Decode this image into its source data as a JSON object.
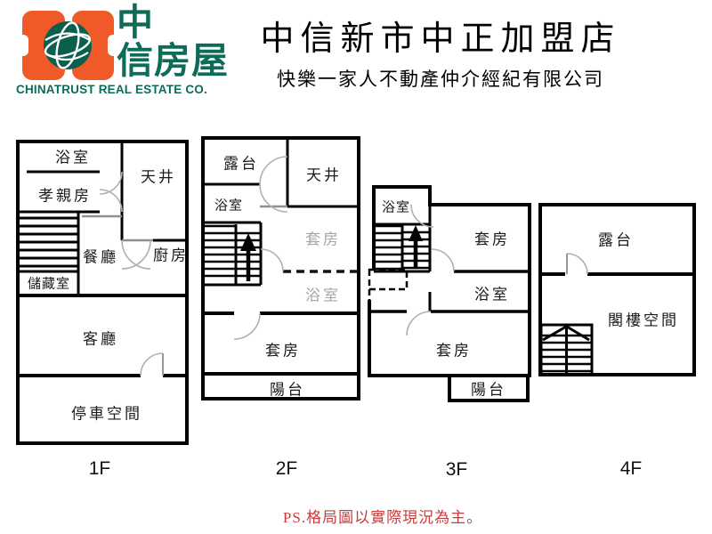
{
  "header": {
    "logo": {
      "cjk_line1": "中",
      "cjk_line2": "信房屋",
      "company": "CHINATRUST REAL ESTATE CO."
    },
    "title": "中信新市中正加盟店",
    "subtitle": "快樂一家人不動產仲介經紀有限公司"
  },
  "colors": {
    "brand_orange": "#F05A28",
    "brand_green": "#0E6B57",
    "wall_black": "#000000",
    "door_gray": "#B0B0B0",
    "faded_label_gray": "#A6A6A6",
    "note_red": "#CC3B3B"
  },
  "floors": [
    {
      "label": "1F",
      "rooms": [
        {
          "name": "浴室"
        },
        {
          "name": "天井"
        },
        {
          "name": "孝親房"
        },
        {
          "name": "餐廳"
        },
        {
          "name": "廚房"
        },
        {
          "name": "儲藏室"
        },
        {
          "name": "客廳"
        },
        {
          "name": "停車空間"
        }
      ]
    },
    {
      "label": "2F",
      "rooms": [
        {
          "name": "露台"
        },
        {
          "name": "天井"
        },
        {
          "name": "浴室"
        },
        {
          "name": "套房",
          "faded": true
        },
        {
          "name": "浴室",
          "faded": true
        },
        {
          "name": "套房"
        },
        {
          "name": "陽台"
        }
      ]
    },
    {
      "label": "3F",
      "rooms": [
        {
          "name": "浴室"
        },
        {
          "name": "套房"
        },
        {
          "name": "浴室"
        },
        {
          "name": "套房"
        },
        {
          "name": "陽台"
        }
      ]
    },
    {
      "label": "4F",
      "rooms": [
        {
          "name": "露台"
        },
        {
          "name": "閣樓空間"
        }
      ]
    }
  ],
  "footnote": "PS.格局圖以實際現況為主。"
}
